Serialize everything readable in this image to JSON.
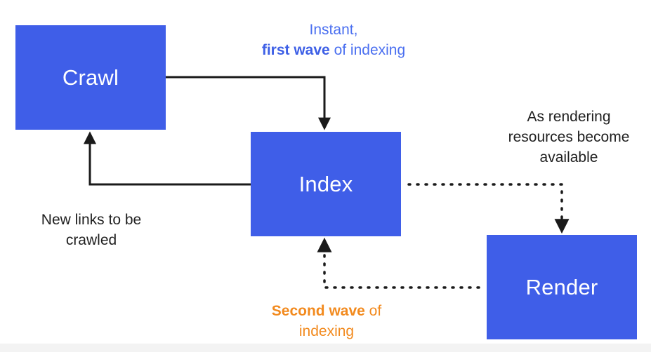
{
  "colors": {
    "box_fill": "#3f5ee8",
    "box_text": "#ffffff",
    "arrow": "#1a1a1a",
    "first_wave_text": "#4a6ff0",
    "second_wave_text": "#f28a1e"
  },
  "nodes": {
    "crawl": "Crawl",
    "index": "Index",
    "render": "Render"
  },
  "labels": {
    "first_wave": {
      "line1": "Instant,",
      "bold": "first wave",
      "rest": " of indexing"
    },
    "resources": {
      "line1": "As rendering",
      "line2": "resources become",
      "line3": "available"
    },
    "new_links": {
      "line1": "New links to be",
      "line2": "crawled"
    },
    "second_wave": {
      "bold": "Second wave",
      "rest": " of",
      "line2": "indexing"
    }
  }
}
